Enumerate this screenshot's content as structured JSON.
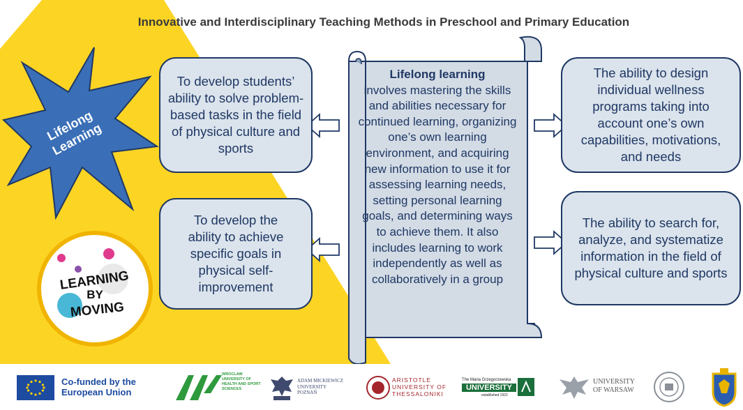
{
  "title": "Innovative and Interdisciplinary Teaching Methods in Preschool and Primary Education",
  "star_label": "Lifelong Learning",
  "center": {
    "heading": "Lifelong learning",
    "body": "involves mastering the skills and abilities necessary for continued learning, organizing one’s own learning environment, and acquiring new information to use it for assessing learning needs, setting personal learning goals, and determining ways to achieve them. It also includes learning to work independently as well as collaboratively in a group"
  },
  "boxes": {
    "top_left": "To develop students’ ability to solve problem-based tasks in the field of physical culture and sports",
    "bottom_left": "To develop the ability to achieve specific goals in physical self-improvement",
    "top_right": "The ability to design individual wellness programs taking into account one’s own capabilities, motivations, and needs",
    "bottom_right": "The ability to search for, analyze, and systematize information in the field of physical culture and sports"
  },
  "lbm_logo": {
    "line1": "LEARNING",
    "line2": "BY",
    "line3": "MOVING"
  },
  "footer": {
    "eu": "Co-funded by the European Union",
    "wroclaw": "WROCLAW UNIVERSITY OF HEALTH AND SPORT SCIENCES",
    "uam": "ADAM MICKIEWICZ UNIVERSITY POZNAŃ",
    "aristotle": "ARISTOTLE UNIVERSITY OF THESSALONIKI",
    "grzegorzewska_top": "The Maria Grzegorzewska",
    "grzegorzewska": "UNIVERSITY",
    "grzegorzewska_sub": "established 1922",
    "warsaw": "UNIVERSITY OF WARSAW"
  },
  "colors": {
    "yellow": "#fcd424",
    "navy": "#1f3864",
    "box_fill": "#dbe3ec",
    "star": "#3a6fb7",
    "scroll": "#d3dbe5"
  }
}
